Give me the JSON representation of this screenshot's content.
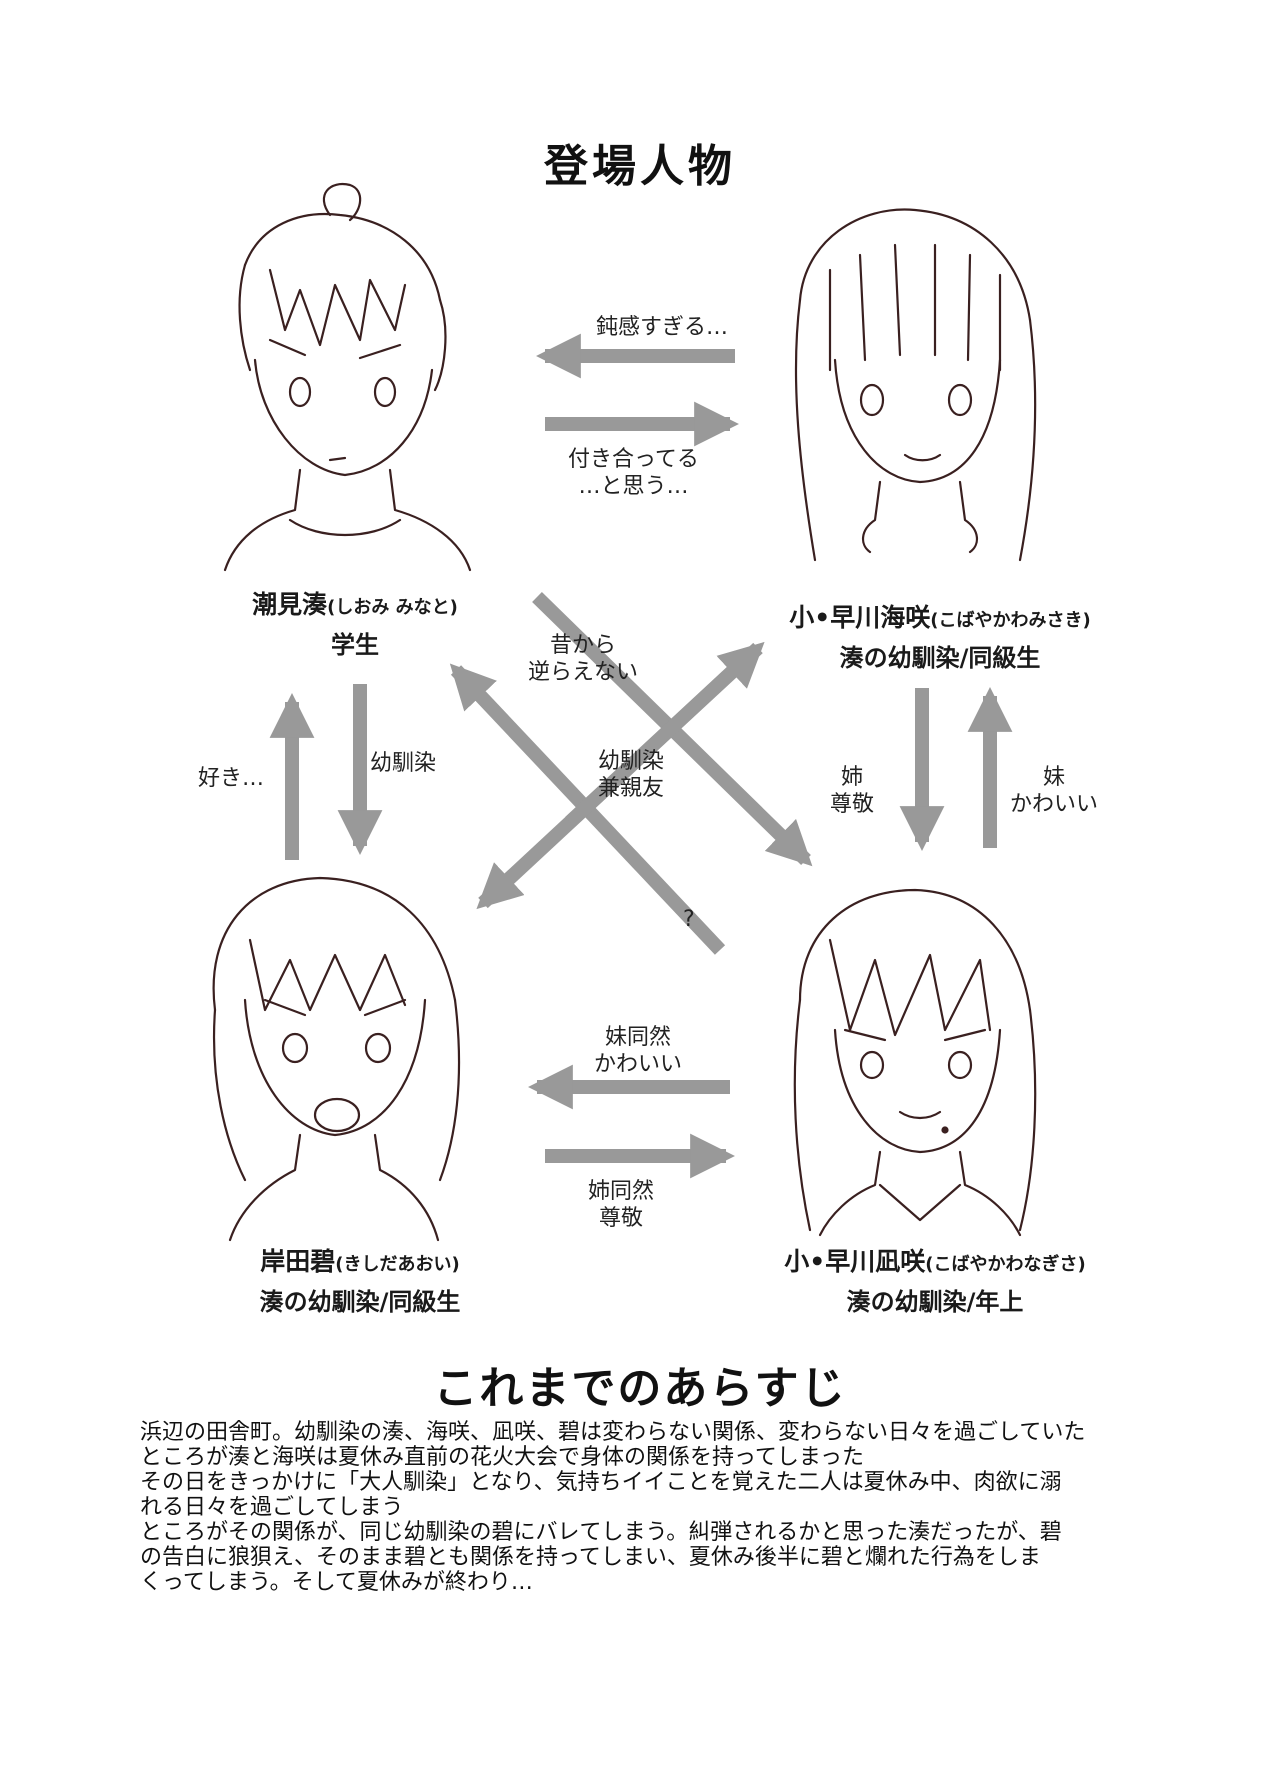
{
  "title": "登場人物",
  "characters": {
    "minato": {
      "name": "潮見湊",
      "reading": "(しおみ みなと)",
      "role": "学生"
    },
    "misaki": {
      "name": "小•早川海咲",
      "reading": "(こばやかわみさき)",
      "role": "湊の幼馴染/同級生"
    },
    "aoi": {
      "name": "岸田碧",
      "reading": "(きしだあおい)",
      "role": "湊の幼馴染/同級生"
    },
    "nagisa": {
      "name": "小•早川凪咲",
      "reading": "(こばやかわなぎさ)",
      "role": "湊の幼馴染/年上"
    }
  },
  "relations": {
    "misaki_to_minato": {
      "lines": [
        "鈍感すぎる…"
      ]
    },
    "minato_to_misaki": {
      "lines": [
        "付き合ってる",
        "…と思う…"
      ]
    },
    "aoi_to_minato": {
      "lines": [
        "好き…"
      ]
    },
    "minato_to_aoi": {
      "lines": [
        "幼馴染"
      ]
    },
    "minato_to_nagisa": {
      "lines": [
        "昔から",
        "逆らえない"
      ]
    },
    "misaki_aoi": {
      "lines": [
        "幼馴染",
        "兼親友"
      ]
    },
    "nagisa_to_minato": {
      "lines": [
        "?"
      ]
    },
    "misaki_to_nagisa": {
      "lines": [
        "姉",
        "尊敬"
      ]
    },
    "nagisa_to_misaki": {
      "lines": [
        "妹",
        "かわいい"
      ]
    },
    "nagisa_to_aoi": {
      "lines": [
        "妹同然",
        "かわいい"
      ]
    },
    "aoi_to_nagisa": {
      "lines": [
        "姉同然",
        "尊敬"
      ]
    }
  },
  "synopsis": {
    "title": "これまでのあらすじ",
    "lines": [
      "浜辺の田舎町。幼馴染の湊、海咲、凪咲、碧は変わらない関係、変わらない日々を過ごしていた",
      "ところが湊と海咲は夏休み直前の花火大会で身体の関係を持ってしまった",
      "その日をきっかけに「大人馴染」となり、気持ちイイことを覚えた二人は夏休み中、肉欲に溺",
      "れる日々を過ごしてしまう",
      "ところがその関係が、同じ幼馴染の碧にバレてしまう。糾弾されるかと思った湊だったが、碧",
      "の告白に狼狽え、そのまま碧とも関係を持ってしまい、夏休み後半に碧と爛れた行為をしま",
      "くってしまう。そして夏休みが終わり…"
    ]
  },
  "colors": {
    "arrow": "#999999",
    "line_art": "#3a2020",
    "text": "#111111"
  }
}
